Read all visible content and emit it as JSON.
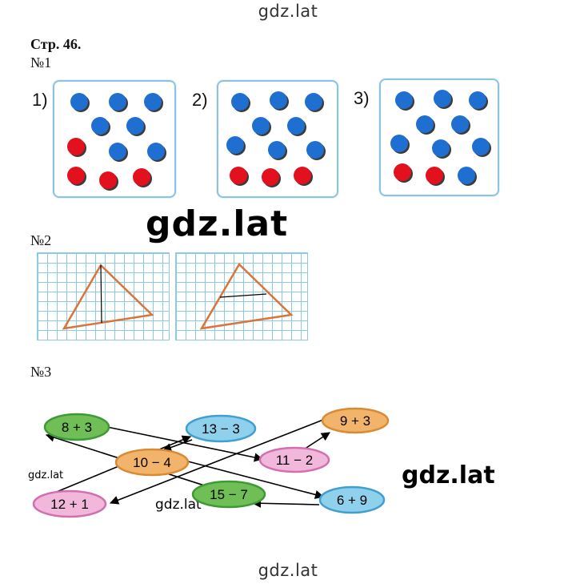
{
  "watermarks": {
    "top": "gdz.lat",
    "bottom": "gdz.lat",
    "big": "gdz.lat",
    "right": "gdz.lat",
    "small": "gdz.lat",
    "mid": "gdz.lat"
  },
  "page_title": "Стр. 46.",
  "task1": {
    "heading": "№1",
    "colors": {
      "blue": "#1f6fd1",
      "red": "#e3101e",
      "frame": "#8ec3df"
    },
    "boxes": [
      {
        "label": "1)",
        "dots": [
          "blue",
          "blue",
          "blue",
          "blue",
          "blue",
          "red",
          "blue",
          "blue",
          "red",
          "red",
          "red"
        ]
      },
      {
        "label": "2)",
        "dots": [
          "blue",
          "blue",
          "blue",
          "blue",
          "blue",
          "blue",
          "blue",
          "blue",
          "red",
          "red",
          "red"
        ]
      },
      {
        "label": "3)",
        "dots": [
          "blue",
          "blue",
          "blue",
          "blue",
          "blue",
          "blue",
          "blue",
          "blue",
          "red",
          "red",
          "blue"
        ]
      }
    ]
  },
  "task2": {
    "heading": "№2",
    "colors": {
      "triangle": "#d9753a",
      "grid": "#8ccbe8",
      "segment": "#000000"
    }
  },
  "task3": {
    "heading": "№3",
    "colors": {
      "green": "#6fbf56",
      "blue": "#8fd0ec",
      "orange": "#f2b46a",
      "pink": "#f1b8dc"
    },
    "expressions": {
      "e1": "8 + 3",
      "e2": "13 − 3",
      "e3": "9 + 3",
      "e4": "10 − 4",
      "e5": "11 − 2",
      "e6": "12 + 1",
      "e7": "15 − 7",
      "e8": "6 + 9"
    }
  }
}
